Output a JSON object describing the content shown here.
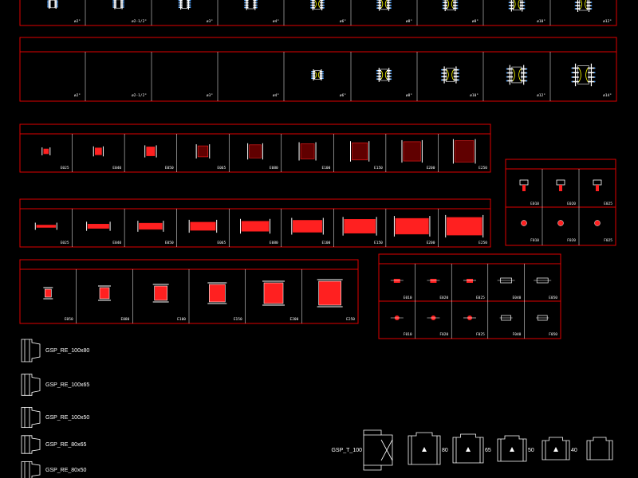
{
  "row1": {
    "labels": [
      "ø2\"",
      "ø2-1/2\"",
      "ø3\"",
      "ø4\"",
      "ø6\"",
      "ø8\"",
      "ø8\"",
      "ø10\"",
      "ø12\""
    ]
  },
  "row2": {
    "labels": [
      "ø2\"",
      "ø2-1/2\"",
      "ø3\"",
      "ø4\"",
      "ø6\"",
      "ø8\"",
      "ø10\"",
      "ø12\"",
      "ø14\""
    ]
  },
  "row3": {
    "labels": [
      "E025",
      "E040",
      "E050",
      "E065",
      "E080",
      "E100",
      "E150",
      "E200",
      "E250"
    ]
  },
  "row4": {
    "labels": [
      "E025",
      "E040",
      "E050",
      "E065",
      "E080",
      "E100",
      "E150",
      "E200",
      "E250"
    ]
  },
  "row5": {
    "labels": [
      "E050",
      "E080",
      "E100",
      "E150",
      "E200",
      "E250"
    ]
  },
  "rightTop": {
    "top_labels": [
      "E010",
      "E020",
      "E025"
    ],
    "bottom_labels": [
      "F010",
      "F020",
      "F025"
    ]
  },
  "midRight": {
    "top_labels": [
      "E010",
      "E020",
      "E025",
      "E040",
      "E050"
    ],
    "bottom_labels": [
      "F010",
      "F020",
      "F025",
      "F040",
      "F050"
    ]
  },
  "reducers": {
    "labels": [
      "GSP_RE_100x80",
      "GSP_RE_100x65",
      "GSP_RE_100x50",
      "GSP_RE_80x65",
      "GSP_RE_80x50"
    ]
  },
  "tees": {
    "main_label": "GSP_T_100",
    "size_labels": [
      "80",
      "65",
      "50",
      "40"
    ]
  },
  "colors": {
    "frame": "#e00000",
    "fill": "#ff2020",
    "line": "#ffffff",
    "accent": "#ffff00"
  }
}
